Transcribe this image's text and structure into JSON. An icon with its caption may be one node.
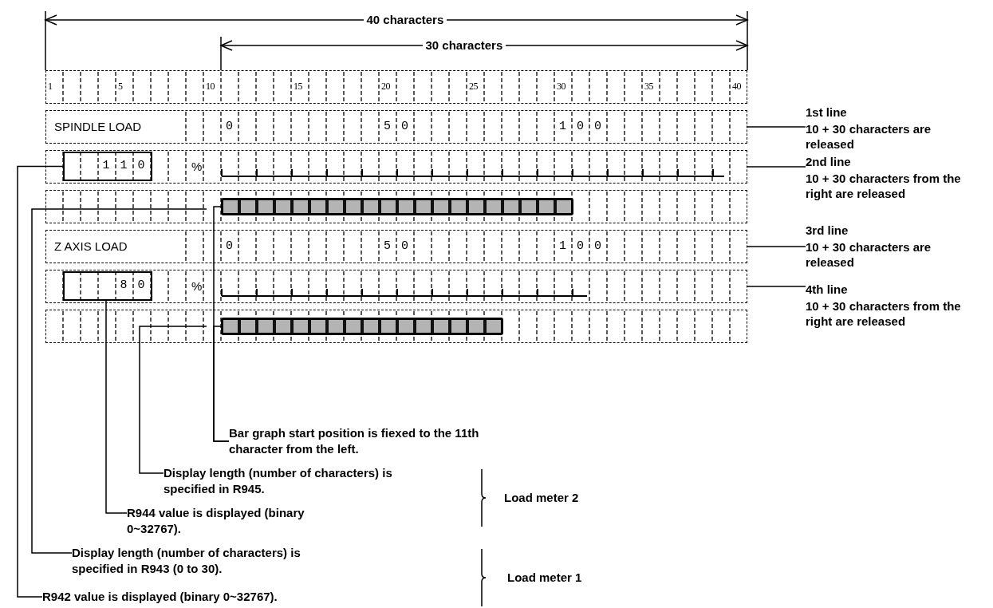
{
  "diagram": {
    "nodes": [
      {
        "text": [
          "1",
          "5",
          "10",
          "15",
          "20",
          "25",
          "30",
          "35",
          "40"
        ]
      },
      {
        "text": [
          "SPINDLE LOAD",
          "0",
          "5 0",
          "1 0 0"
        ]
      },
      {
        "text": [
          "%"
        ]
      },
      {
        "text": [
          "1 1 0"
        ],
        "in": 2
      },
      {
        "text": [],
        "shape": "box"
      },
      {
        "text": [],
        "shape": "bar",
        "in": 4
      },
      {
        "text": [
          "Z AXIS LOAD",
          "0",
          "5 0",
          "1 0 0"
        ]
      },
      {
        "text": [
          "%"
        ]
      },
      {
        "text": [
          "8 0"
        ],
        "in": 7
      },
      {
        "text": [],
        "shape": "box"
      },
      {
        "text": [],
        "shape": "bar",
        "in": 9
      },
      {
        "text": [
          "1st line",
          "10 + 30 characters are released"
        ]
      },
      {
        "text": [
          "2nd line",
          "10 + 30 characters from the right are released"
        ]
      },
      {
        "text": [
          "3rd line",
          "10 + 30 characters are released"
        ]
      },
      {
        "text": [
          "4th line",
          "10 + 30 characters from the right are released"
        ]
      },
      {
        "text": [
          "Bar graph start position is fiexed to the 11th character from the left."
        ]
      },
      {
        "text": [
          "Display length (number of characters) is specified in R945."
        ]
      },
      {
        "text": [
          "R944 value is displayed (binary 0~32767)."
        ]
      },
      {
        "text": [
          "Display length (number of characters) is specified in R943 (0 to 30)."
        ]
      },
      {
        "text": [
          "R942 value is displayed (binary 0~32767)."
        ]
      }
    ],
    "edges": [
      {
        "from": 11,
        "to": 1,
        "arrow": "none"
      },
      {
        "from": 12,
        "to": 2,
        "arrow": "none"
      },
      {
        "from": 13,
        "to": 6,
        "arrow": "none"
      },
      {
        "from": 14,
        "to": 7,
        "arrow": "none"
      },
      {
        "from": 15,
        "to": 5,
        "arrow": "none"
      },
      {
        "from": 15,
        "to": 10,
        "arrow": "none"
      },
      {
        "from": 16,
        "to": null,
        "arrow": "none"
      },
      {
        "from": 17,
        "to": 8,
        "arrow": "none"
      },
      {
        "from": 18,
        "to": null,
        "arrow": "none"
      },
      {
        "from": 19,
        "to": 3,
        "arrow": "none"
      }
    ],
    "labels": [
      "40 characters",
      "30 characters",
      "Load meter 2",
      "Load meter 1"
    ]
  }
}
